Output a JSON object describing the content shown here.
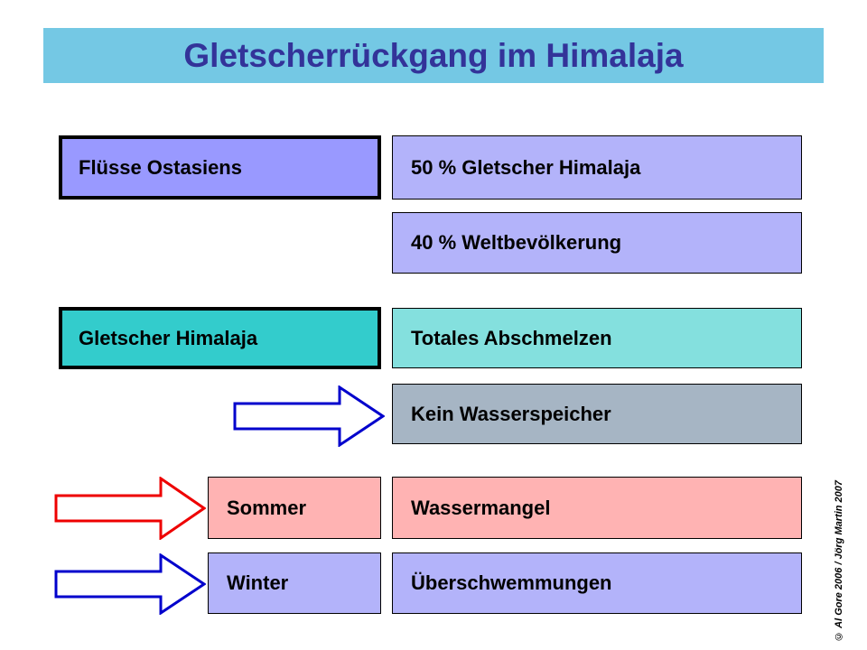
{
  "slide": {
    "title": "Gletscherrückgang im Himalaja",
    "title_color": "#333399",
    "banner_color": "#74c8e4",
    "background_color": "#ffffff",
    "copyright": "© Al Gore 2006 / Jörg Martin 2007"
  },
  "boxes": {
    "fluesse_ostasiens": {
      "label": "Flüsse Ostasiens",
      "fill": "#9999ff"
    },
    "gletscher_50": {
      "label": "50 %  Gletscher Himalaja",
      "fill": "#b3b3fa"
    },
    "weltbevoelkerung_40": {
      "label": "40 %  Weltbevölkerung",
      "fill": "#b3b3fa"
    },
    "gletscher_himalaja": {
      "label": "Gletscher Himalaja",
      "fill": "#33cccc"
    },
    "totales_abschmelzen": {
      "label": "Totales Abschmelzen",
      "fill": "#84e0de"
    },
    "kein_wasserspeicher": {
      "label": "Kein Wasserspeicher",
      "fill": "#a6b5c4"
    },
    "sommer": {
      "label": "Sommer",
      "fill": "#ffb3b3"
    },
    "wassermangel": {
      "label": "Wassermangel",
      "fill": "#ffb3b3"
    },
    "winter": {
      "label": "Winter",
      "fill": "#b3b3fa"
    },
    "ueberschwemmungen": {
      "label": "Überschwemmungen",
      "fill": "#b3b3fa"
    }
  },
  "arrows": {
    "to_kein_wasserspeicher": {
      "direction": "right",
      "outline_color": "#0000cc",
      "fill": "#ffffff"
    },
    "to_sommer": {
      "direction": "right",
      "outline_color": "#ee0000",
      "fill": "#ffffff"
    },
    "to_winter": {
      "direction": "right",
      "outline_color": "#0000cc",
      "fill": "#ffffff"
    }
  }
}
